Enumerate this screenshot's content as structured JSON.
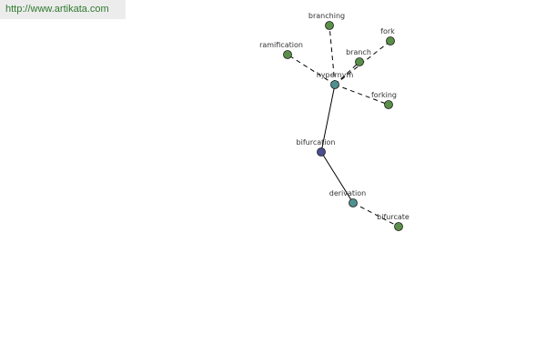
{
  "source": {
    "url": "http://www.artikata.com"
  },
  "colors": {
    "leaf": "#5a8f4a",
    "hub": "#4f9090",
    "center": "#4b4f8f",
    "edge": "#000000",
    "banner_text": "#2f7a2f"
  },
  "graph": {
    "center": "bifurcation",
    "nodes": [
      {
        "id": "bifurcation",
        "label": "bifurcation",
        "kind": "center"
      },
      {
        "id": "hypernym",
        "label": "hypernym",
        "kind": "hub"
      },
      {
        "id": "derivation",
        "label": "derivation",
        "kind": "hub"
      },
      {
        "id": "branching",
        "label": "branching",
        "kind": "leaf"
      },
      {
        "id": "fork",
        "label": "fork",
        "kind": "leaf"
      },
      {
        "id": "ramification",
        "label": "ramification",
        "kind": "leaf"
      },
      {
        "id": "branch",
        "label": "branch",
        "kind": "leaf"
      },
      {
        "id": "forking",
        "label": "forking",
        "kind": "leaf"
      },
      {
        "id": "bifurcate",
        "label": "bifurcate",
        "kind": "leaf"
      }
    ],
    "edges": [
      {
        "from": "bifurcation",
        "to": "hypernym",
        "style": "solid"
      },
      {
        "from": "bifurcation",
        "to": "derivation",
        "style": "solid"
      },
      {
        "from": "hypernym",
        "to": "branching",
        "style": "dashed"
      },
      {
        "from": "hypernym",
        "to": "ramification",
        "style": "dashed"
      },
      {
        "from": "hypernym",
        "to": "branch",
        "style": "dashed"
      },
      {
        "from": "hypernym",
        "to": "fork",
        "style": "dashed"
      },
      {
        "from": "hypernym",
        "to": "forking",
        "style": "dashed"
      },
      {
        "from": "derivation",
        "to": "bifurcate",
        "style": "dashed"
      }
    ]
  }
}
